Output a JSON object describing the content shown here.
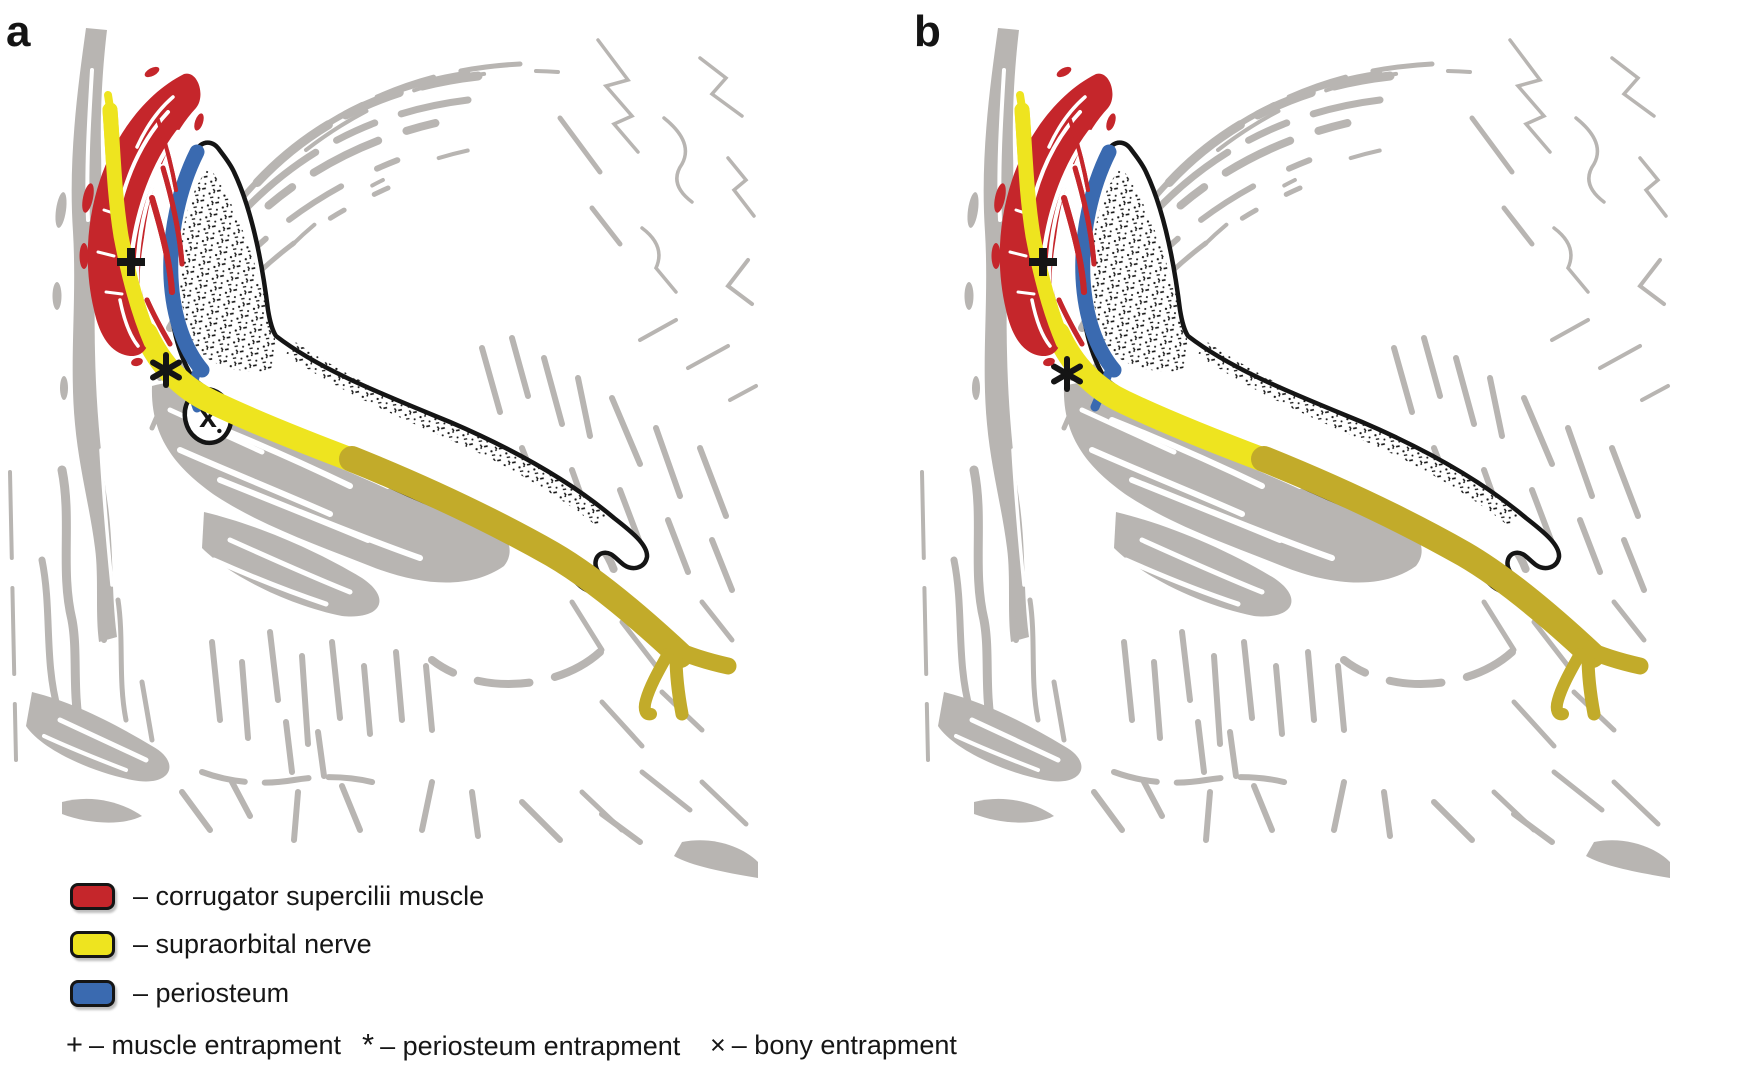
{
  "figure": {
    "panels": [
      {
        "id": "a",
        "label": "a",
        "variant": "bony foramen with entrapment",
        "markers": [
          "muscle entrapment +",
          "periosteum entrapment *",
          "bony entrapment x"
        ],
        "bony_marker_symbol": "x"
      },
      {
        "id": "b",
        "label": "b",
        "variant": "notch, no bony entrapment",
        "markers": [
          "muscle entrapment +",
          "periosteum entrapment *"
        ]
      }
    ],
    "legend": {
      "items": [
        {
          "name": "corrugator-supercilii-muscle",
          "color": "#c5262b",
          "label": "– corrugator supercilii muscle"
        },
        {
          "name": "supraorbital-nerve",
          "color": "#eee41f",
          "label": "– supraorbital nerve"
        },
        {
          "name": "periosteum",
          "color": "#3a6ab0",
          "label": "– periosteum"
        }
      ],
      "symbols": [
        {
          "symbol": "+",
          "label": "– muscle entrapment"
        },
        {
          "symbol": "*",
          "label": "– periosteum entrapment"
        },
        {
          "symbol": "×",
          "label": "– bony entrapment"
        }
      ]
    },
    "colors": {
      "muscle": "#c5262b",
      "nerve_bright": "#eee41f",
      "nerve_deep": "#c2ab2a",
      "periosteum": "#3a6ab0",
      "sketch": "#b8b5b2",
      "outline": "#151515"
    }
  }
}
